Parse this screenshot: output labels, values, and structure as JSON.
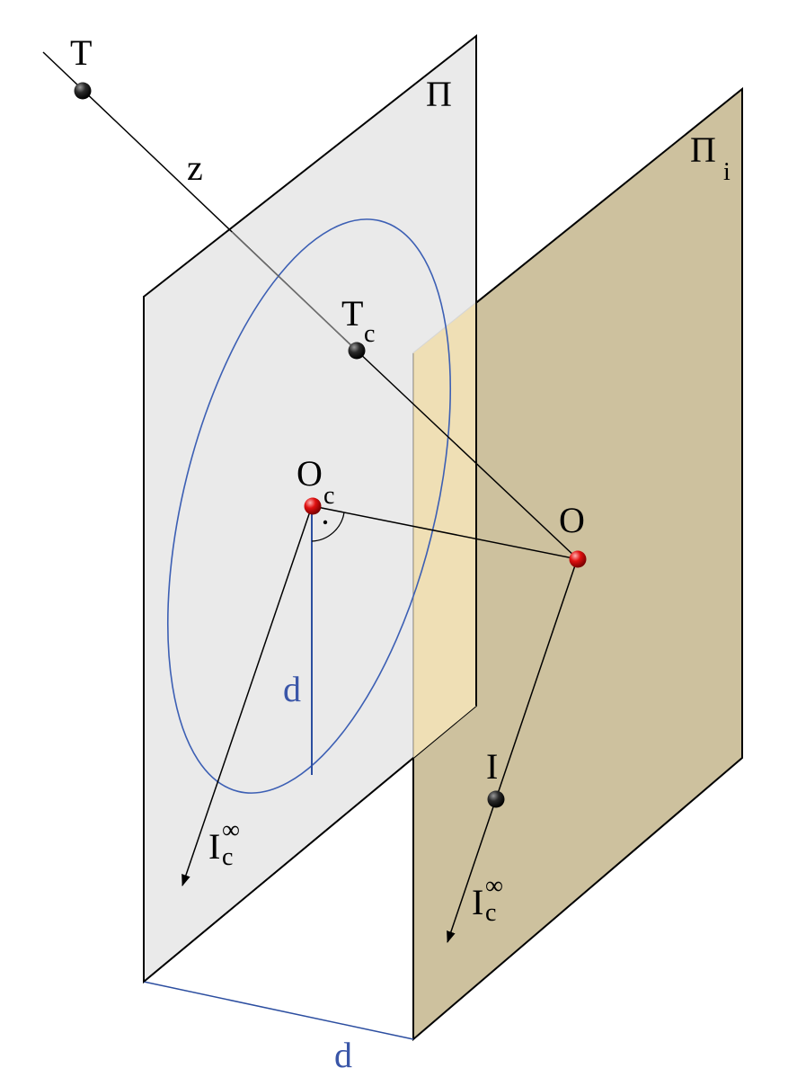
{
  "colors": {
    "plane_pi": "#e9e9e9",
    "plane_pi_i": "#cdc19e",
    "plane_pi_i_overlap": "#efdfb5",
    "circle": "#3c5fb4",
    "distance": "#2c4ea0",
    "point_black": "#111111",
    "point_red": "#e01010"
  },
  "labels": {
    "T": "T",
    "z": "z",
    "pi": "Π",
    "pi_i": "Π",
    "pi_i_sub": "i",
    "Tc": "T",
    "Tc_sub": "c",
    "Oc": "O",
    "Oc_sub": "c",
    "O": "O",
    "d_inner": "d",
    "d_bottom": "d",
    "I": "I",
    "Ic_left": "I",
    "Ic_left_sub": "c",
    "Ic_left_sup": "∞",
    "Ic_right": "I",
    "Ic_right_sub": "c",
    "Ic_right_sup": "∞"
  }
}
